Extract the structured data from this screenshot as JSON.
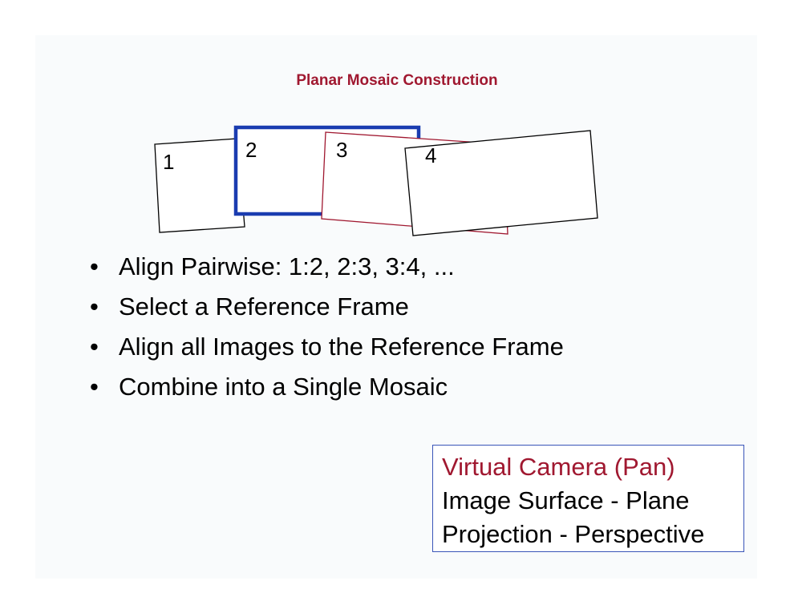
{
  "slide": {
    "title": "Planar Mosaic Construction",
    "frames": [
      {
        "label": "1"
      },
      {
        "label": "2"
      },
      {
        "label": "3"
      },
      {
        "label": "4"
      }
    ],
    "bullets": [
      {
        "marker": "•",
        "text": "Align Pairwise:   1:2,  2:3,  3:4, ..."
      },
      {
        "marker": "•",
        "text": "Select a Reference Frame"
      },
      {
        "marker": "•",
        "text": "Align all Images to the Reference Frame"
      },
      {
        "marker": "•",
        "text": "Combine into a Single Mosaic"
      }
    ],
    "info_box": {
      "camera": "Virtual Camera  (Pan)",
      "surface": "Image Surface - Plane",
      "projection": "Projection - Perspective"
    }
  },
  "colors": {
    "title": "#a01830",
    "reference_frame": "#1a3cb0",
    "frame_3": "#a01830",
    "info_border": "#3a55b8"
  }
}
